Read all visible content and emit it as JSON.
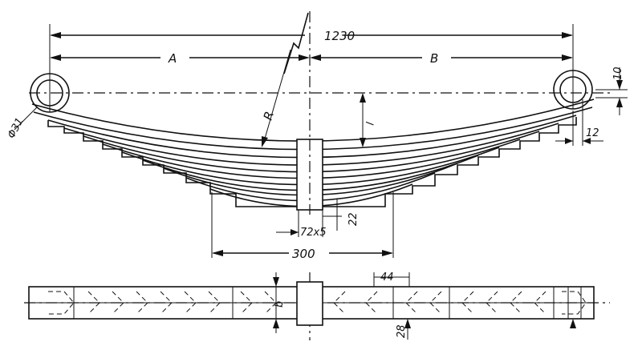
{
  "labels": {
    "overall_length": "1230",
    "length_a": "A",
    "length_b": "B",
    "radius": "R",
    "eye_diameter": "Φ31",
    "height_l": "l",
    "dim_10": "10",
    "dim_12": "12",
    "clamp_72x5": "72x5",
    "dim_22": "22",
    "clamp_length": "300",
    "width_b": "b",
    "dim_44": "44",
    "dim_28": "28"
  }
}
